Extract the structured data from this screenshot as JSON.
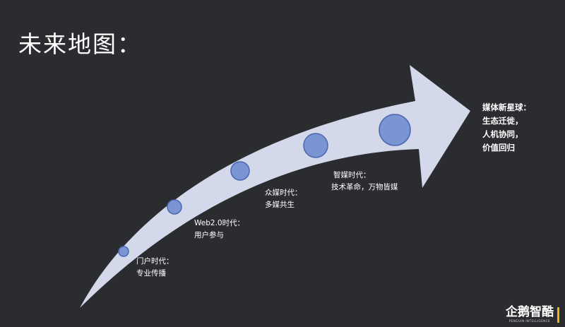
{
  "title": "未来地图：",
  "stages": [
    {
      "line1": "门户时代：",
      "line2": "专业传播"
    },
    {
      "line1": "Web2.0时代：",
      "line2": "用户参与"
    },
    {
      "line1": "众媒时代：",
      "line2": "多媒共生"
    },
    {
      "line1": "智媒时代：",
      "line2": "技术革命，万物皆媒"
    },
    {
      "line1": "媒体新星球：",
      "line2": "生态迁徙，",
      "line3": "人机协同，",
      "line4": "价值回归"
    }
  ],
  "logo": {
    "text": "企鹅智酷",
    "subtitle": "PENGUIN INTELLIGENCE"
  },
  "colors": {
    "background": "#2b2c30",
    "arrow": "#d3d8ea",
    "circle": "#7b95d3",
    "circle_stroke": "#4a66b0",
    "logo_accent": "#f3b21b"
  }
}
